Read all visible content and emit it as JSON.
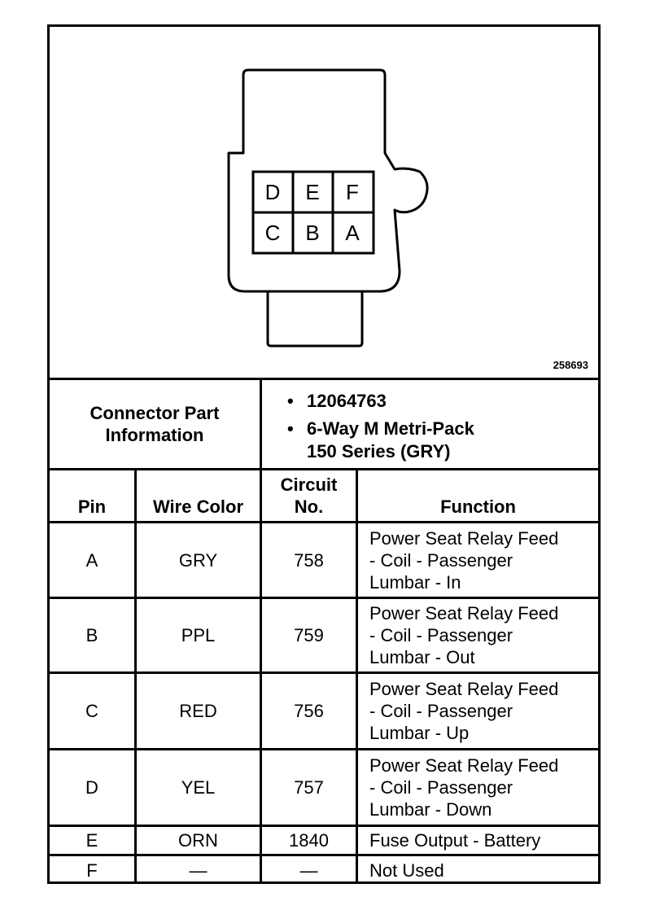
{
  "connector": {
    "pin_grid": {
      "top_row": [
        "D",
        "E",
        "F"
      ],
      "bottom_row": [
        "C",
        "B",
        "A"
      ]
    },
    "figure_number": "258693"
  },
  "part_info": {
    "label_line1": "Connector Part",
    "label_line2": "Information",
    "part_number": "12064763",
    "description_line1": "6-Way M Metri-Pack",
    "description_line2": "150 Series (GRY)",
    "bullet": "•"
  },
  "table": {
    "headers": {
      "pin": "Pin",
      "wire_color": "Wire Color",
      "circuit_line1": "Circuit",
      "circuit_line2": "No.",
      "function": "Function"
    },
    "rows": [
      {
        "pin": "A",
        "wire_color": "GRY",
        "circuit": "758",
        "function": [
          "Power Seat Relay Feed",
          "- Coil - Passenger",
          "Lumbar - In"
        ]
      },
      {
        "pin": "B",
        "wire_color": "PPL",
        "circuit": "759",
        "function": [
          "Power Seat Relay Feed",
          "- Coil - Passenger",
          "Lumbar - Out"
        ]
      },
      {
        "pin": "C",
        "wire_color": "RED",
        "circuit": "756",
        "function": [
          "Power Seat Relay Feed",
          "- Coil - Passenger",
          "Lumbar - Up"
        ]
      },
      {
        "pin": "D",
        "wire_color": "YEL",
        "circuit": "757",
        "function": [
          "Power Seat Relay Feed",
          "- Coil - Passenger",
          "Lumbar - Down"
        ]
      },
      {
        "pin": "E",
        "wire_color": "ORN",
        "circuit": "1840",
        "function": [
          "Fuse Output - Battery"
        ]
      },
      {
        "pin": "F",
        "wire_color": "—",
        "circuit": "—",
        "function": [
          "Not Used"
        ]
      }
    ]
  }
}
